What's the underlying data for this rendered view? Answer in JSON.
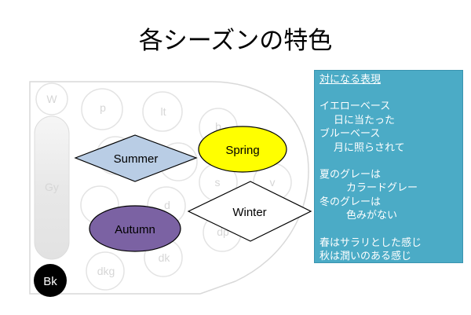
{
  "title": "各シーズンの特色",
  "tone_labels": {
    "w": "W",
    "p": "p",
    "lt": "lt",
    "b": "b",
    "gy": "Gy",
    "s": "s",
    "v": "v",
    "d": "d",
    "dp": "dp",
    "dk": "dk",
    "dkg": "dkg",
    "bk": "Bk"
  },
  "seasons": {
    "summer": {
      "label": "Summer",
      "fill": "#b9cde5",
      "stroke": "#000000"
    },
    "spring": {
      "label": "Spring",
      "fill": "#ffff00",
      "stroke": "#000000"
    },
    "autumn": {
      "label": "Autumn",
      "fill": "#7b62a3",
      "stroke": "#000000"
    },
    "winter": {
      "label": "Winter",
      "fill": "#ffffff",
      "stroke": "#000000"
    }
  },
  "panel": {
    "heading": "対になる表現",
    "lines": [
      "イエローベース",
      "日に当たった",
      "ブルーベース",
      "月に照らされて",
      "夏のグレーは",
      "カラードグレー",
      "冬のグレーは",
      "色みがない",
      "春はサラリとした感じ",
      "秋は潤いのある感じ"
    ],
    "bg": "#4babc6"
  }
}
